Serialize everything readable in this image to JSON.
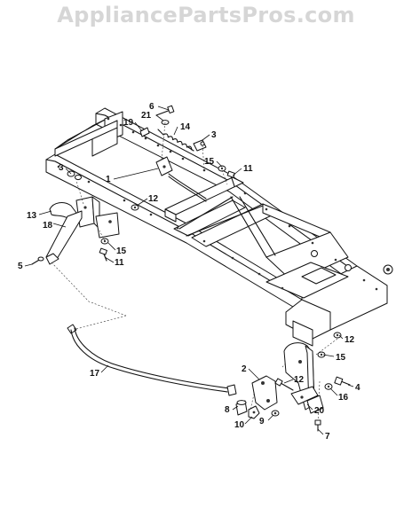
{
  "watermark": "AppliancePartsPros.com",
  "callouts": [
    {
      "id": "c6",
      "label": "6"
    },
    {
      "id": "c21",
      "label": "21"
    },
    {
      "id": "c19",
      "label": "19"
    },
    {
      "id": "c14",
      "label": "14"
    },
    {
      "id": "c3a",
      "label": "3"
    },
    {
      "id": "c3b",
      "label": "3"
    },
    {
      "id": "c15a",
      "label": "15"
    },
    {
      "id": "c11a",
      "label": "11"
    },
    {
      "id": "c1",
      "label": "1"
    },
    {
      "id": "c12a",
      "label": "12"
    },
    {
      "id": "c13",
      "label": "13"
    },
    {
      "id": "c18",
      "label": "18"
    },
    {
      "id": "c15b",
      "label": "15"
    },
    {
      "id": "c11b",
      "label": "11"
    },
    {
      "id": "c5",
      "label": "5"
    },
    {
      "id": "c12b",
      "label": "12"
    },
    {
      "id": "c15c",
      "label": "15"
    },
    {
      "id": "c17",
      "label": "17"
    },
    {
      "id": "c2",
      "label": "2"
    },
    {
      "id": "c12c",
      "label": "12"
    },
    {
      "id": "c4",
      "label": "4"
    },
    {
      "id": "c16",
      "label": "16"
    },
    {
      "id": "c8",
      "label": "8"
    },
    {
      "id": "c20",
      "label": "20"
    },
    {
      "id": "c10",
      "label": "10"
    },
    {
      "id": "c9",
      "label": "9"
    },
    {
      "id": "c7",
      "label": "7"
    }
  ]
}
